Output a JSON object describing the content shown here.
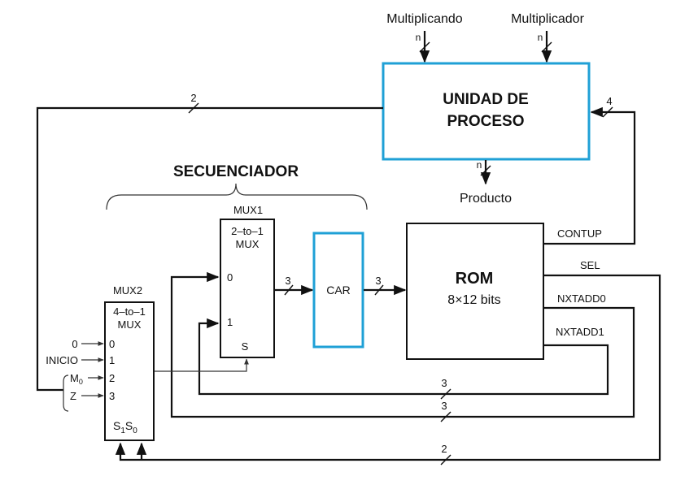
{
  "inputs": {
    "multiplicand": "Multiplicando",
    "multiplier": "Multiplicador",
    "width_label": "n"
  },
  "processing_unit": {
    "line1": "UNIDAD DE",
    "line2": "PROCESO"
  },
  "output": {
    "label": "Producto",
    "width_label": "n"
  },
  "sequencer": {
    "title": "SECUENCIADOR"
  },
  "mux1": {
    "name": "MUX1",
    "line1": "2–to–1",
    "line2": "MUX",
    "in0": "0",
    "in1": "1",
    "select": "S"
  },
  "mux2": {
    "name": "MUX2",
    "line1": "4–to–1",
    "line2": "MUX",
    "in0": "0",
    "in1": "1",
    "in2": "2",
    "in3": "3",
    "select_s1": "S",
    "sub1": "1",
    "select_s0": "S",
    "sub0": "0"
  },
  "mux2_inputs": {
    "in0": "0",
    "in1": "INICIO",
    "in2": "M",
    "in2_sub": "0",
    "in3": "Z"
  },
  "car": {
    "label": "CAR"
  },
  "rom": {
    "title": "ROM",
    "size": "8×12 bits"
  },
  "rom_outputs": {
    "contup": "CONTUP",
    "sel": "SEL",
    "nxtadd0": "NXTADD0",
    "nxtadd1": "NXTADD1"
  },
  "bus_widths": {
    "status": "2",
    "control": "4",
    "mux1_to_car": "3",
    "car_to_rom": "3",
    "nxtadd1": "3",
    "nxtadd0": "3",
    "sel": "2"
  },
  "colors": {
    "accent_border": "#1fa0d6",
    "line": "#111111"
  }
}
